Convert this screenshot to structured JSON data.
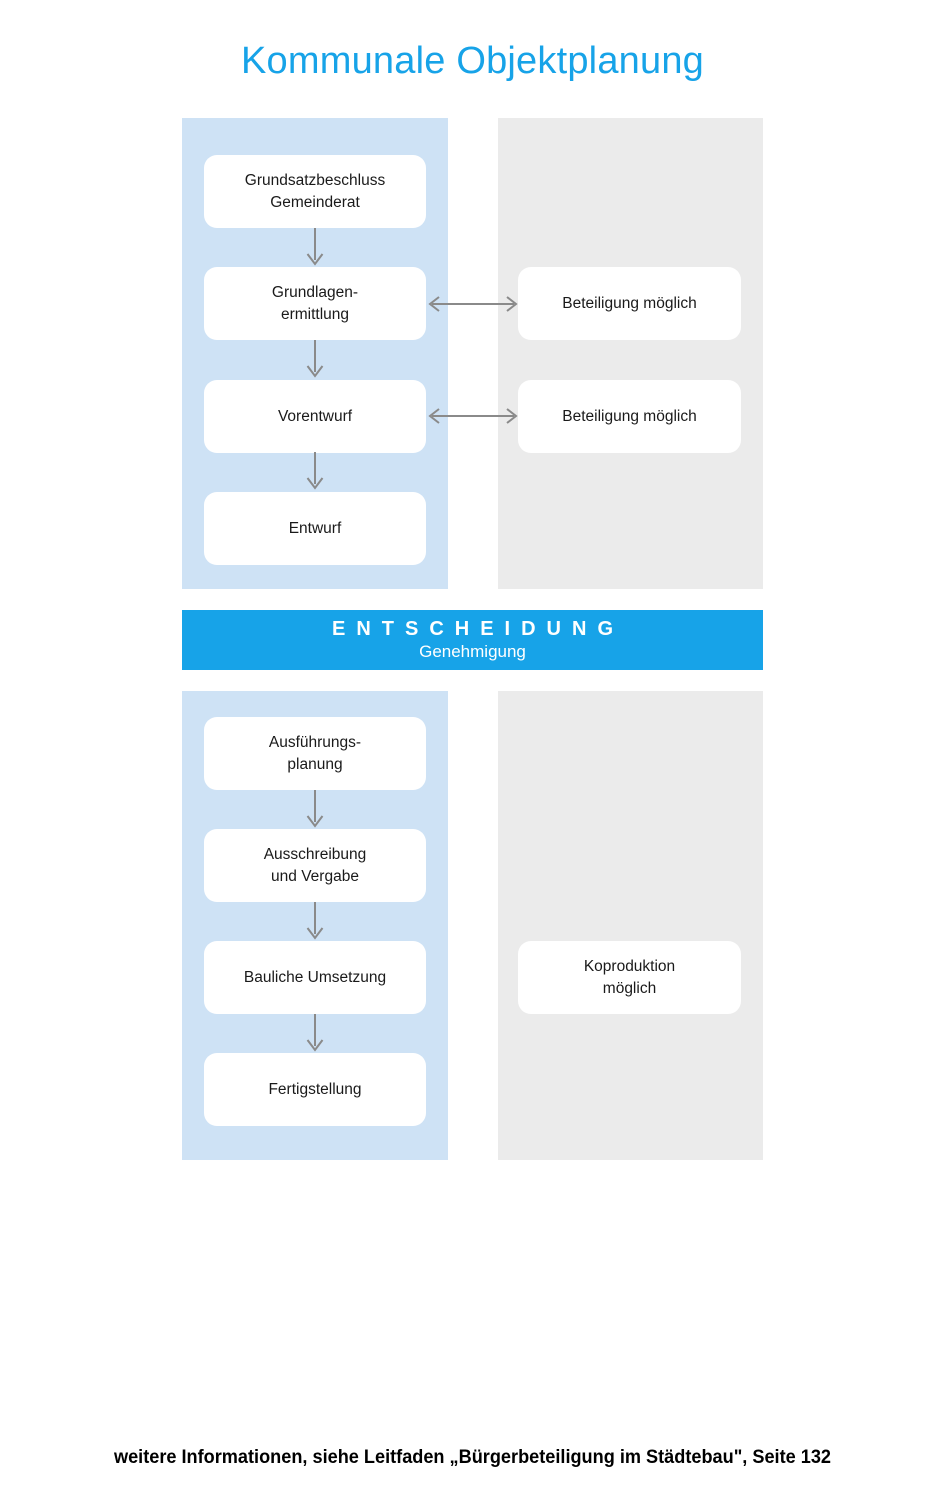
{
  "title": "Kommunale Objektplanung",
  "colors": {
    "accent": "#17a3e8",
    "panel_blue": "#cee2f5",
    "panel_gray": "#ebebeb",
    "node_fill": "#ffffff",
    "arrow": "#808080",
    "text": "#1a1a1a"
  },
  "flow": {
    "upper": {
      "process_steps": [
        {
          "label": "Grundsatzbeschluss\nGemeinderat"
        },
        {
          "label": "Grundlagen-\nermittlung"
        },
        {
          "label": "Vorentwurf"
        },
        {
          "label": "Entwurf"
        }
      ],
      "participation_boxes": [
        {
          "label": "Beteiligung möglich"
        },
        {
          "label": "Beteiligung möglich"
        }
      ]
    },
    "decision": {
      "title": "ENTSCHEIDUNG",
      "subtitle": "Genehmigung"
    },
    "lower": {
      "process_steps": [
        {
          "label": "Ausführungs-\nplanung"
        },
        {
          "label": "Ausschreibung\nund Vergabe"
        },
        {
          "label": "Bauliche Umsetzung"
        },
        {
          "label": "Fertigstellung"
        }
      ],
      "participation_boxes": [
        {
          "label": "Koproduktion\nmöglich"
        }
      ]
    }
  },
  "footer": {
    "note": "weitere Informationen, siehe Leitfaden „Bürgerbeteiligung im Städtebau\", Seite 132"
  }
}
